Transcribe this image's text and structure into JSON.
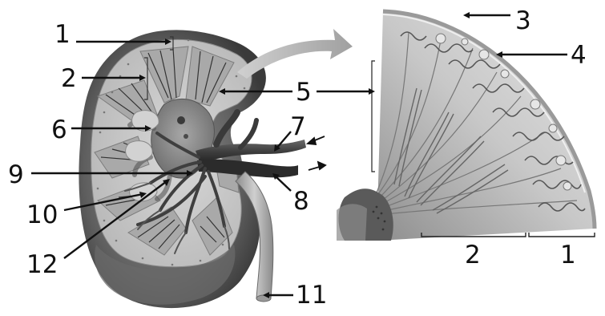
{
  "labels": {
    "l1": "1",
    "l2": "2",
    "l3": "3",
    "l4": "4",
    "l5": "5",
    "l6": "6",
    "l7": "7",
    "l8": "8",
    "l9": "9",
    "l10": "10",
    "l11": "11",
    "l12": "12",
    "bottom_2": "2",
    "bottom_1": "1"
  }
}
